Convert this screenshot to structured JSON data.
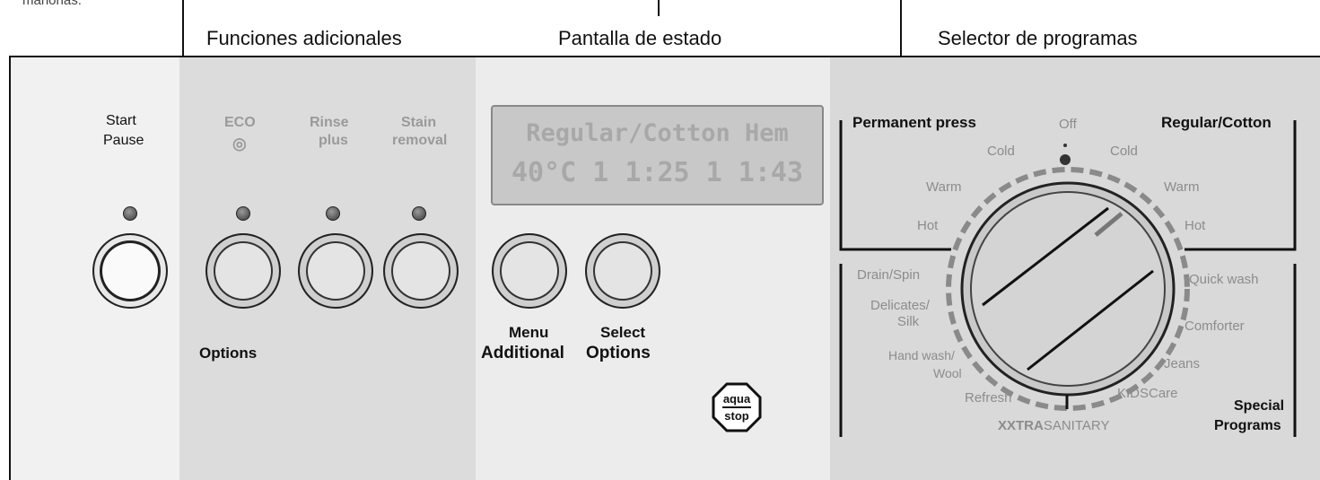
{
  "top_caption_partial": "manonas.",
  "headers": {
    "options": "Funciones adicionales",
    "display": "Pantalla de estado",
    "selector": "Selector de programas"
  },
  "start_panel": {
    "label_line1": "Start",
    "label_line2": "Pause"
  },
  "options_panel": {
    "buttons": [
      {
        "label_line1": "ECO",
        "label_line2": "",
        "icon": "eco-icon"
      },
      {
        "label_line1": "Rinse",
        "label_line2": "plus"
      },
      {
        "label_line1": "Stain",
        "label_line2": "removal"
      }
    ],
    "group_label": "Options"
  },
  "display_panel": {
    "lcd_line1": "Regular/Cotton Hem",
    "lcd_line2": "40°C 1 1:25 1 1:43",
    "menu_label": "Menu",
    "select_label": "Select",
    "group_label_left": "Additional",
    "group_label_right": "Options",
    "aqua_stop_top": "aqua",
    "aqua_stop_bottom": "stop"
  },
  "selector_panel": {
    "permanent_press": "Permanent press",
    "regular_cotton": "Regular/Cotton",
    "off": "Off",
    "cold_left": "Cold",
    "cold_right": "Cold",
    "warm_left": "Warm",
    "warm_right": "Warm",
    "hot_left": "Hot",
    "hot_right": "Hot",
    "drain_spin": "Drain/Spin",
    "delicates_1": "Delicates/",
    "delicates_2": "Silk",
    "hand_wash_1": "Hand wash/",
    "hand_wash_2": "Wool",
    "refresh": "Refresh",
    "sanitary_prefix": "XXTRA",
    "sanitary_suffix": "SANITARY",
    "kidscare": "KIDSCare",
    "jeans": "Jeans",
    "comforter": "Comforter",
    "quick_wash": "Quick wash",
    "special_1": "Special",
    "special_2": "Programs"
  },
  "colors": {
    "faint_label": "#9a9a9a",
    "panel_options": "#dcdcdc",
    "panel_dial": "#d9d9d9"
  }
}
